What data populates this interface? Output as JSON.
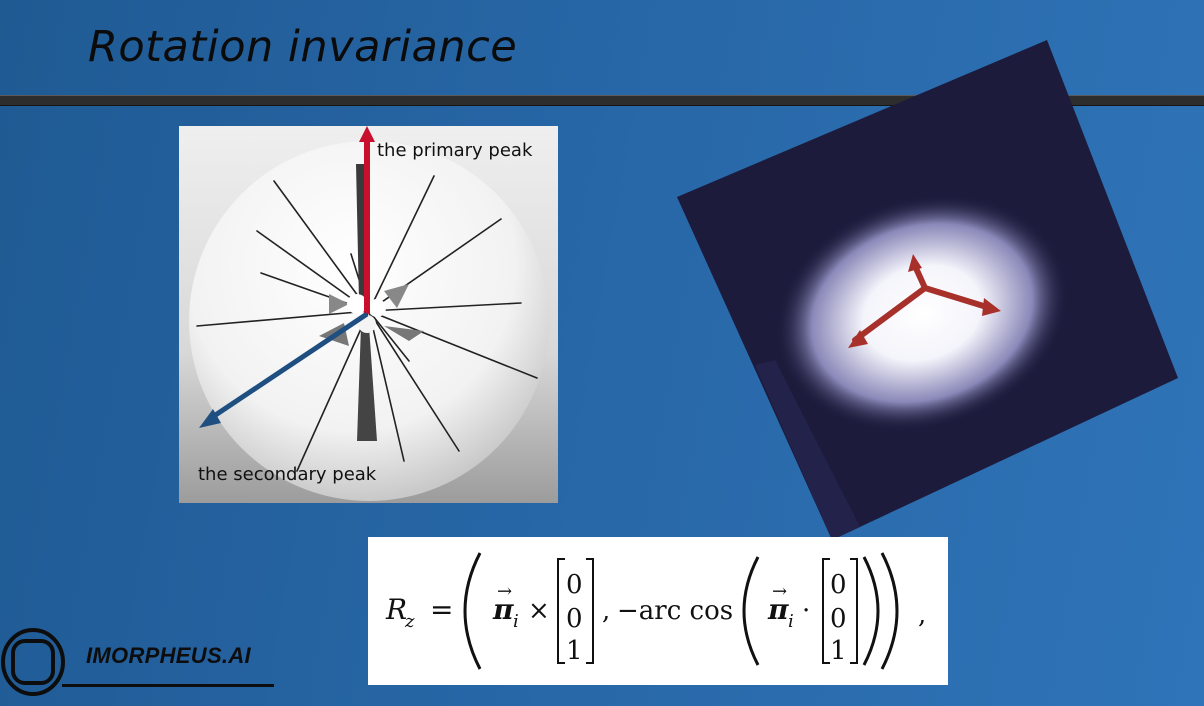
{
  "slide": {
    "title": "Rotation invariance",
    "label_primary": "the primary peak",
    "label_secondary": "the secondary peak",
    "formula": {
      "lhs": "R",
      "lhs_sub": "z",
      "equals": "=",
      "vector": "π",
      "vector_sub": "i",
      "times": "×",
      "comma": ",",
      "minus_arccos": "−arc cos",
      "dot": "·",
      "col": [
        "0",
        "0",
        "1"
      ],
      "trailing": ","
    },
    "logo_text": "IMORPHEUS.AI"
  },
  "colors": {
    "primary_arrow": "#c8102e",
    "secondary_arrow": "#1f4f80",
    "cube": "#1c1b3c",
    "tripod": "#a8302b"
  }
}
